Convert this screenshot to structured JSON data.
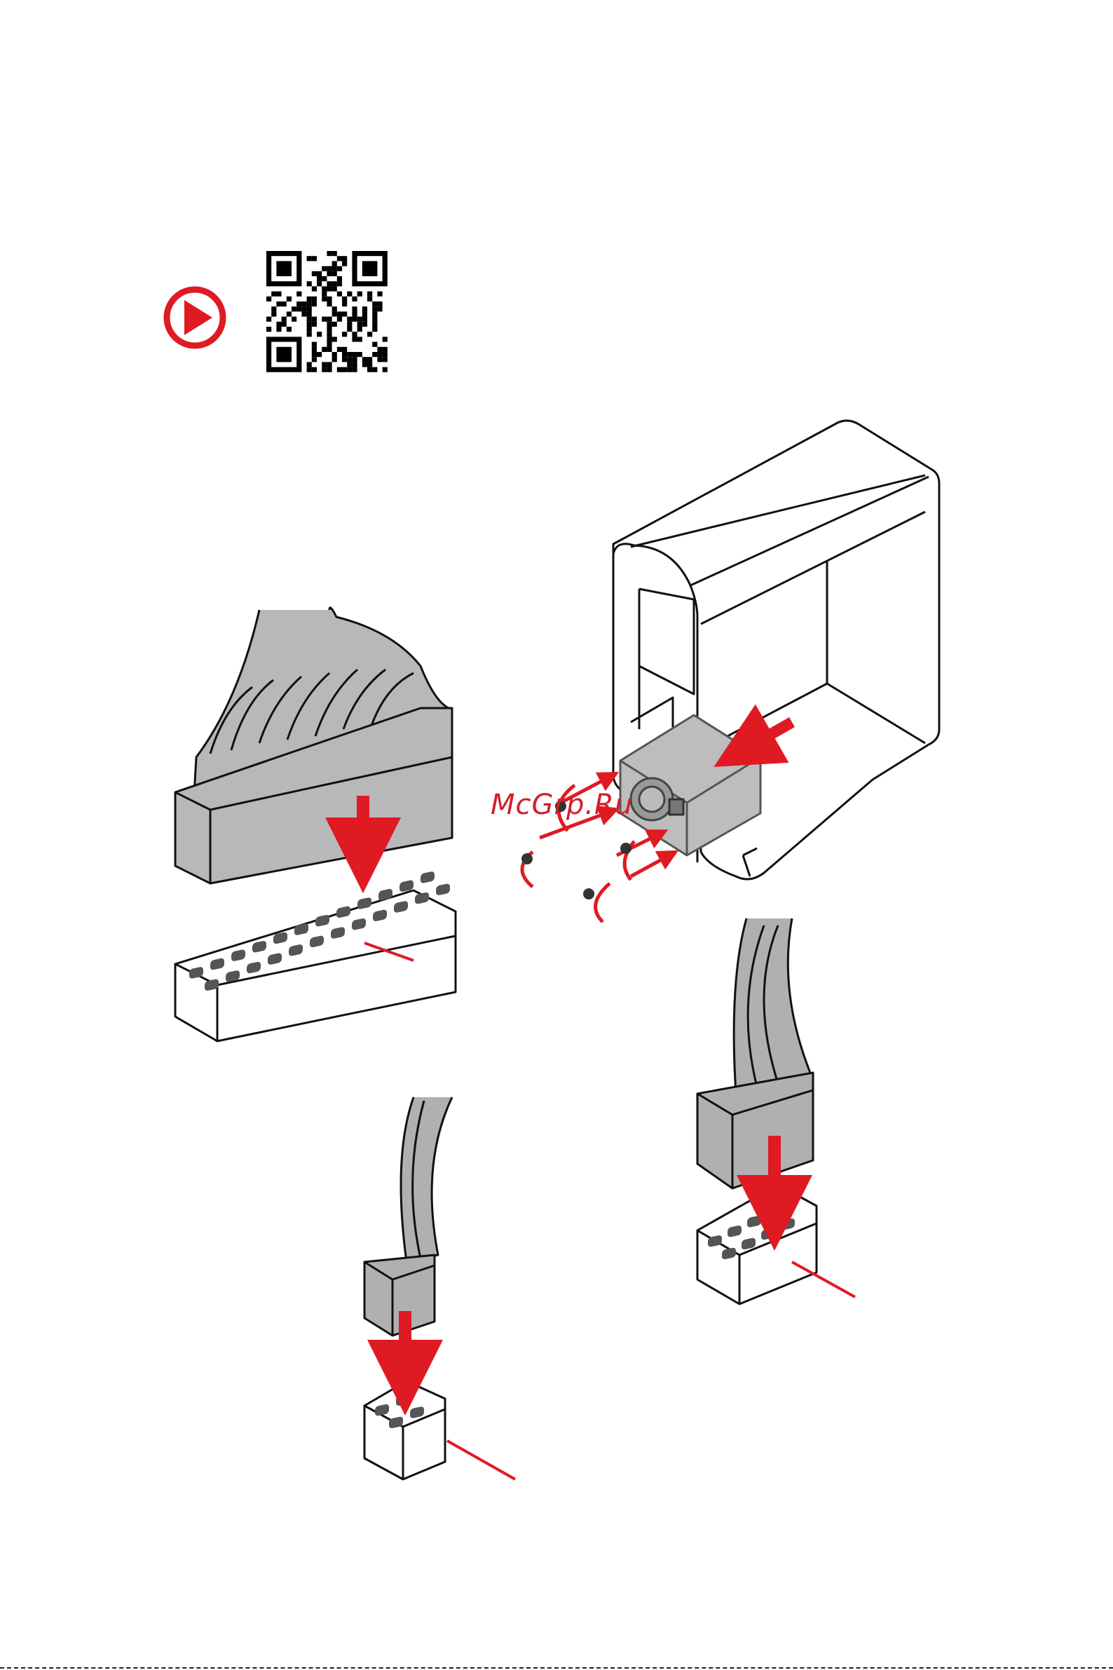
{
  "watermark": "McGrp.Ru",
  "colors": {
    "accent": "#e01a22",
    "line": "#111111",
    "connector": "#9a9a9a",
    "pin": "#555555"
  },
  "icons": {
    "video": "play-circle-icon",
    "qr": "qr-code"
  },
  "illustrations": [
    "psu-install-case",
    "atx-24pin-connector",
    "cpu-8pin-connector",
    "pcie-6pin-connector"
  ]
}
